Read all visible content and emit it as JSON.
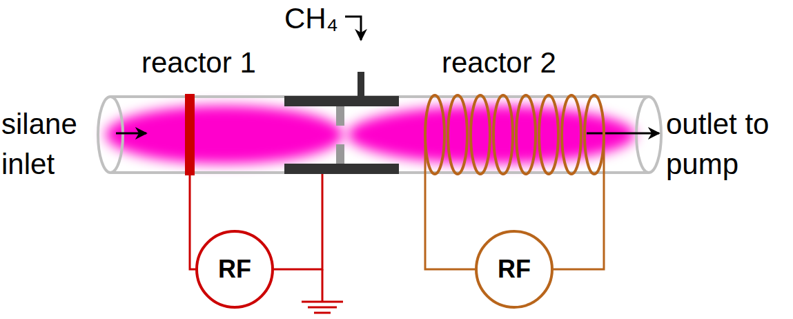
{
  "diagram": {
    "nodes": [
      {
        "text": [
          "RF"
        ]
      },
      {
        "text": [
          "RF"
        ]
      }
    ],
    "labels": [
      "CH₄",
      "reactor 1",
      "reactor 2",
      "silane inlet",
      "outlet to pump"
    ]
  }
}
